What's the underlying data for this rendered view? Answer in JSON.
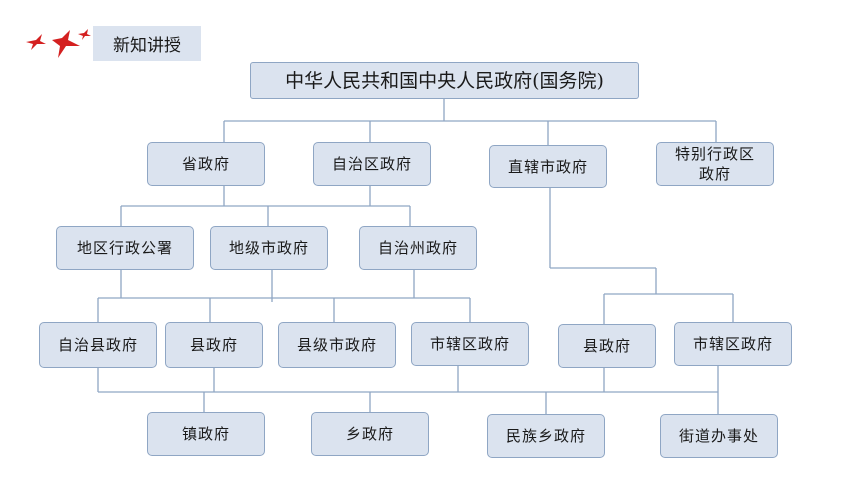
{
  "header": {
    "title": "新知讲授"
  },
  "logo": {
    "icon": "red-birds-icon",
    "color": "#d42020"
  },
  "colors": {
    "box_fill": "#dbe3ef",
    "box_border": "#8fa6c4",
    "line": "#8fa6c4"
  },
  "nodes": {
    "root": "中华人民共和国中央人民政府(国务院)",
    "province": "省政府",
    "autonomous_region": "自治区政府",
    "municipality": "直辖市政府",
    "sar_line1": "特别行政区",
    "sar_line2": "政府",
    "prefecture_office": "地区行政公署",
    "prefecture_city": "地级市政府",
    "autonomous_prefecture": "自治州政府",
    "autonomous_county": "自治县政府",
    "county": "县政府",
    "county_city": "县级市政府",
    "city_district": "市辖区政府",
    "m_county": "县政府",
    "m_district": "市辖区政府",
    "town": "镇政府",
    "township": "乡政府",
    "ethnic_township": "民族乡政府",
    "subdistrict": "街道办事处"
  }
}
